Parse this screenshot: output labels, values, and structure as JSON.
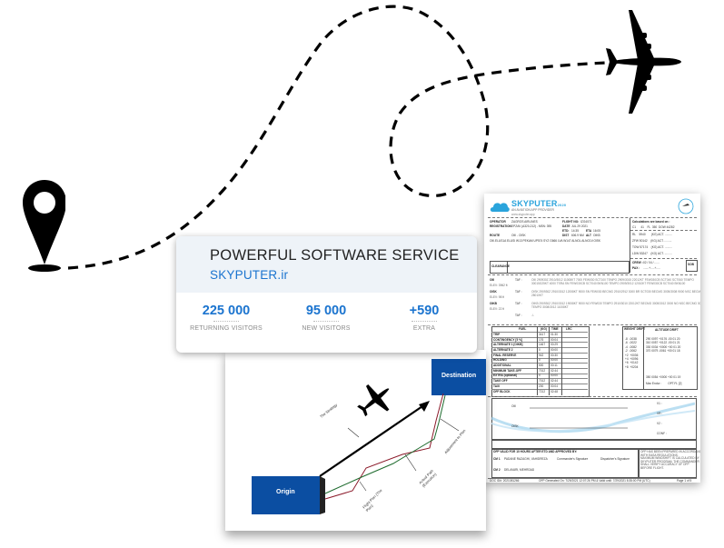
{
  "stats_card": {
    "title": "POWERFUL SOFTWARE SERVICE",
    "subtitle": "SKYPUTER.ir",
    "stats": [
      {
        "value": "225 000",
        "label": "RETURNING VISITORS"
      },
      {
        "value": "95 000",
        "label": "NEW VISITORS"
      },
      {
        "value": "+590",
        "label": "EXTRA"
      }
    ],
    "accent_color": "#1b74cf"
  },
  "diagram": {
    "origin_label": "Origin",
    "destination_label": "Destination",
    "strategy_label": "The Strategy",
    "flight_plan_label": "Flight Plan (The Plan)",
    "actual_path_label": "Actual Path (Execution)",
    "adjustment_label": "Adjustment to Plan",
    "box_color": "#0b4ea2"
  },
  "ofp": {
    "brand": "SKYPUTER",
    "brand_suffix": "2020",
    "tagline": "AN AVIATION APP PROVIDER",
    "website": "www.skyputer.app",
    "operator_label": "OPERATOR",
    "operator": "ZAGROS AIRLINES",
    "registration_label": "REGISTRATION",
    "registration": "EPZAV (A320-212) - MSN: 395",
    "route_label": "ROUTE",
    "route": "OIII - OISK",
    "route_string": "OIII.ELUS1A ELUSI W13 PEKAM UP574 SYZ G666 LVA W147 ALNOL ALNO1V.OISK",
    "flight_no_label": "FLIGHT NO:",
    "flight_no": "IZG4071",
    "date_label": "DATE",
    "date": "JUL 29 2021",
    "etd_label": "ETD:",
    "etd": "14:35",
    "eta_label": "ETA",
    "eta": "16:05",
    "dist_label": "DIST",
    "dist": "606.9 NM",
    "alt_label": "ALT",
    "alt": "OIKB",
    "calc_label": "Calculations are based on :",
    "weights": [
      "ZFW",
      "TOW",
      "LDW"
    ],
    "clearance_label": "CLEARANCE",
    "crew_label": "CREW :",
    "pax_label": "PAX :",
    "sob_label": "SOB",
    "wx": [
      {
        "station": "OIII",
        "elev": "ELEV: 3962 ft",
        "type": "TAF :"
      },
      {
        "station": "OISK",
        "elev": "ELEV: 98 ft",
        "type": "TAF :"
      },
      {
        "station": "OIKB",
        "elev": "ELEV: 22 ft",
        "type": "TAF :"
      },
      {
        "station": "",
        "elev": "",
        "type": "TAF :"
      }
    ],
    "fuel_headers": [
      "FUEL",
      "(KG)",
      "TIME",
      "LRC"
    ],
    "fuel_rows": [
      {
        "label": "TRIP",
        "kg": "3417",
        "time": "01:30"
      },
      {
        "label": "CONTINGENCY [5 %]",
        "kg": "176",
        "time": "00:04"
      },
      {
        "label": "ALTERNATE 1 [OIKB]",
        "kg": "1467",
        "time": "00:29"
      },
      {
        "label": "ALTERNATE 2",
        "kg": "0",
        "time": "00:00"
      },
      {
        "label": "FINAL RESERVE",
        "kg": "942",
        "time": "00:30"
      },
      {
        "label": "HOLDING",
        "kg": "0",
        "time": "00:00"
      },
      {
        "label": "ADDITIONAL",
        "kg": "500",
        "time": "00:11"
      },
      {
        "label": "MINIMUM TAKE-OFF",
        "kg": "7012",
        "time": "02:44"
      },
      {
        "label": "EXTRA (optional)",
        "kg": "0",
        "time": "00:00"
      },
      {
        "label": "TAKE OFF",
        "kg": "7012",
        "time": "02:44"
      },
      {
        "label": "TAXI",
        "kg": "200",
        "time": "00:04"
      },
      {
        "label": "OFF BLOCK",
        "kg": "7212",
        "time": "02:48"
      }
    ],
    "weight_drift_label": "WEIGHT DRIFT",
    "altitude_drift_label": "ALTITUDE DRIFT",
    "validity_label": "OFP VALID FOR 10 HOURS AFTER ETD AND APPROVED BY:",
    "cm1_label": "CM 1",
    "cm1": "PADANE RAZAGHI, VAHIDREZA",
    "cm2_label": "CM 2",
    "cm2": "DELAVARI, MEHRDAD",
    "commander_sig": "Commander's Signature",
    "dispatcher_sig": "Dispatcher's Signature",
    "doc_id": "DOC ID#: 2021081266",
    "generated": "OFP Generated On: 7/29/2021 12:07:26 PM & Valid until: 7/29/2021 8:35:00 PM (UTC)",
    "page": "Page 1 of 5"
  },
  "icons": {
    "location_pin": "map-pin-icon",
    "airplane_top": "airplane-icon",
    "airplane_diagram": "airplane-icon"
  }
}
